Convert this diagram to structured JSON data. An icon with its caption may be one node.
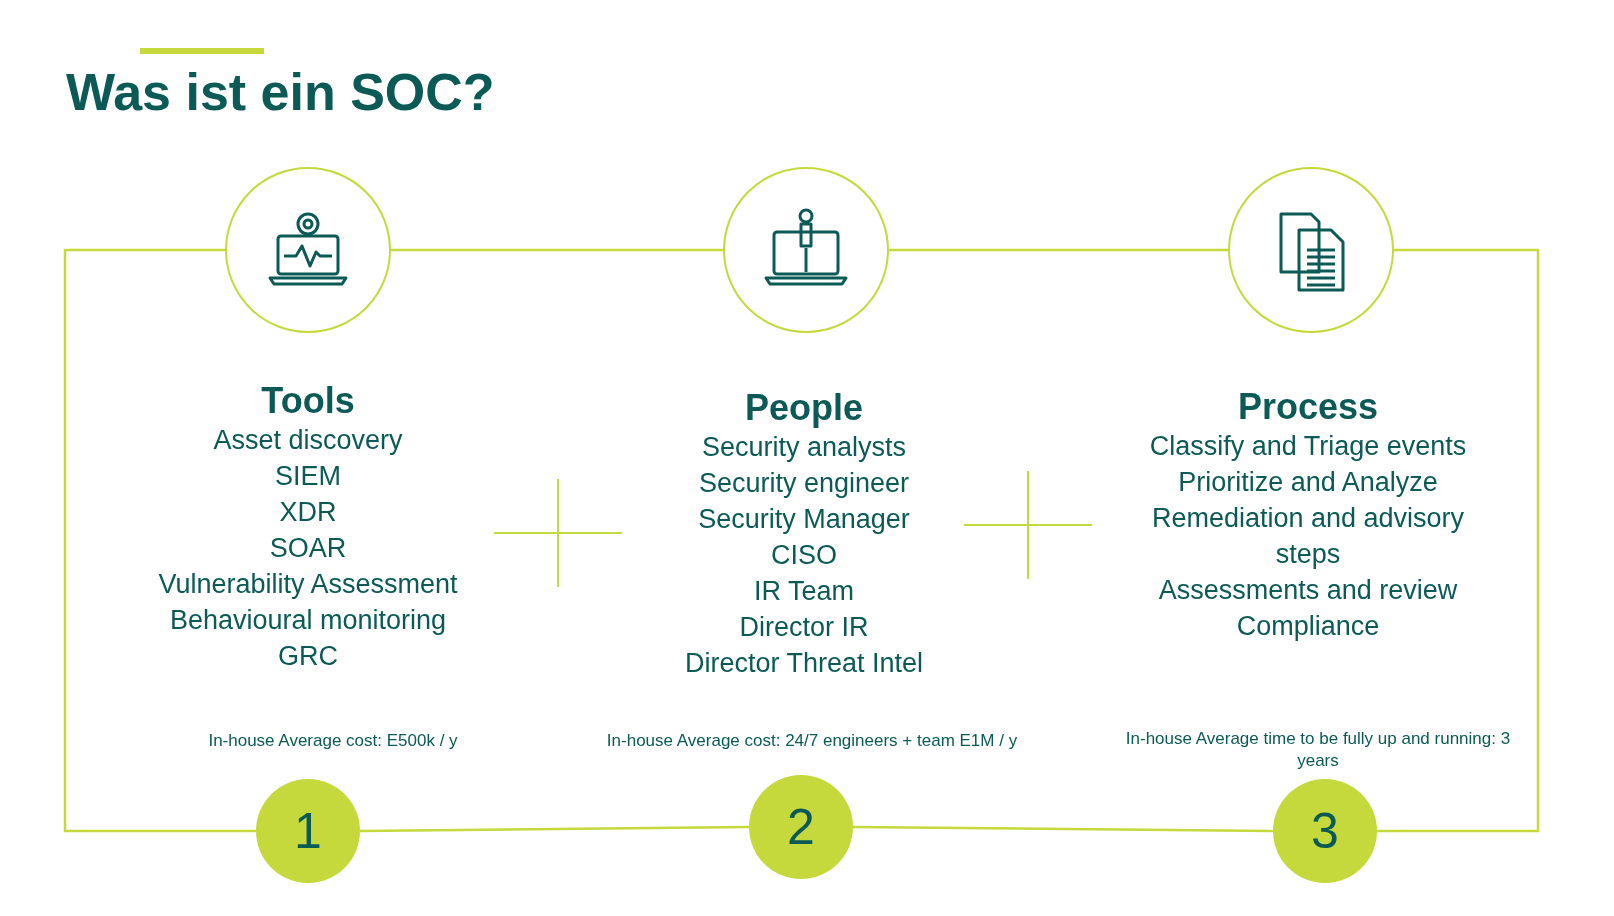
{
  "diagram": {
    "title": "Was ist ein SOC?",
    "nodes": [
      {
        "text": [],
        "shape": "circle"
      },
      {
        "text": [],
        "shape": "circle"
      },
      {
        "text": [],
        "shape": "circle"
      },
      {
        "text": [
          "1"
        ]
      },
      {
        "text": [
          "2"
        ]
      },
      {
        "text": [
          "3"
        ]
      }
    ],
    "edges": [
      {
        "from": 0,
        "to": 1,
        "arrow": "none"
      },
      {
        "from": 1,
        "to": 2,
        "arrow": "none"
      },
      {
        "from": 0,
        "to": 3,
        "arrow": "none"
      },
      {
        "from": 2,
        "to": 5,
        "arrow": "none"
      },
      {
        "from": 3,
        "to": 4,
        "arrow": "none"
      },
      {
        "from": 4,
        "to": 5,
        "arrow": "none"
      }
    ],
    "labels": [
      "Tools",
      "Asset discovery",
      "SIEM",
      "XDR",
      "SOAR",
      "Vulnerability Assessment",
      "Behavioural monitoring",
      "GRC",
      "People",
      "Security analysts",
      "Security engineer",
      "Security Manager",
      "CISO",
      "IR Team",
      "Director IR",
      "Director Threat Intel",
      "Process",
      "Classify and Triage events",
      "Prioritize and Analyze",
      "Remediation and advisory steps",
      "Assessments and review",
      "Compliance",
      "In-house Average cost:  E500k / y",
      "In-house Average cost: 24/7 engineers + team E1M / y",
      "In-house Average time to be fully up and running: 3 years"
    ]
  }
}
